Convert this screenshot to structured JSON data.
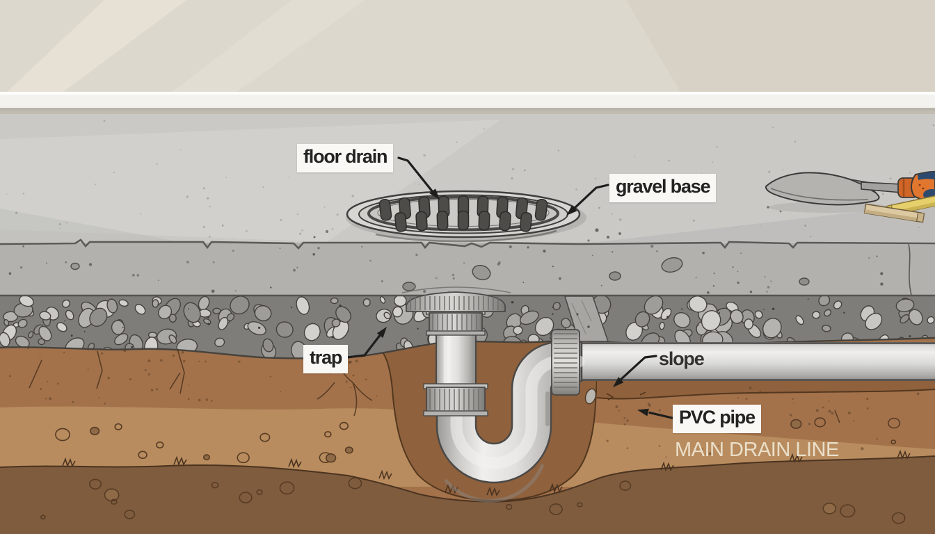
{
  "labels": {
    "floor_drain": {
      "text": "floor drain"
    },
    "gravel_base": {
      "text": "gravel base"
    },
    "trap": {
      "text": "trap"
    },
    "slope": {
      "text": "slope"
    },
    "pvc_pipe": {
      "text": "PVC pipe"
    },
    "main_drain_line": {
      "text": "MAIN DRAIN LINE"
    }
  },
  "colors": {
    "wall": "#ddd8cd",
    "baseboard": "#f3f2ef",
    "floor_concrete": "#cac9c6",
    "slab_face": "#b2b1ae",
    "gravel_background": "#7e7d7a",
    "soil": "#a3724b",
    "soil_trench": "#8f613c",
    "soil_light_band": "#b88c5e",
    "soil_bottom_band": "#7f5c3e",
    "pipe_light": "#efeeec",
    "pipe_mid": "#d9d8d6",
    "pipe_shadow": "#8f8e8b",
    "outline": "#4a4947",
    "label_background": "#f9f8f5",
    "label_text": "#232321",
    "main_drain_text": "#eadfca",
    "tool_handle_orange": "#e1762f",
    "tool_handle_navy": "#2d4a6e",
    "wood_tan": "#dcc9a2",
    "wood_yellow": "#e6d06c"
  }
}
